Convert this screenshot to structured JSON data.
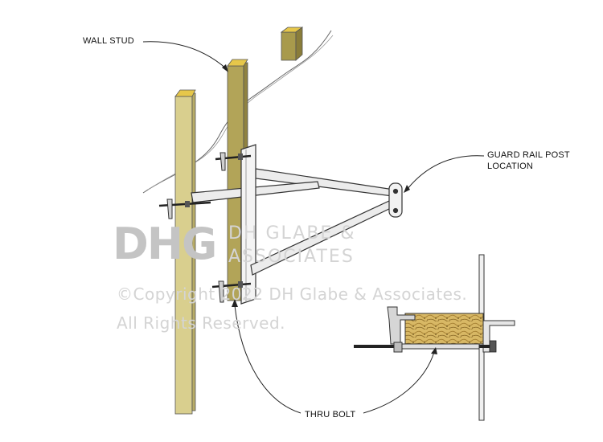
{
  "callouts": {
    "wall_stud": "WALL STUD",
    "guard_rail_line1": "GUARD RAIL POST",
    "guard_rail_line2": "LOCATION",
    "thru_bolt": "THRU BOLT"
  },
  "watermark": {
    "logo": "DHG",
    "name_line1": "DH GLABE &",
    "name_line2": "ASSOCIATES",
    "copyright_line1": "©Copyright 2022 DH Glabe & Associates.",
    "copyright_line2": "All Rights Reserved."
  },
  "colors": {
    "stud_face": "#d9cf8e",
    "stud_top": "#e6c74a",
    "stud_side": "#a89a4c",
    "bracket_metal": "#e8e8e8",
    "bracket_outline": "#333333",
    "lumber_grain": "#c9a94f",
    "watermark": "#cccccc"
  }
}
